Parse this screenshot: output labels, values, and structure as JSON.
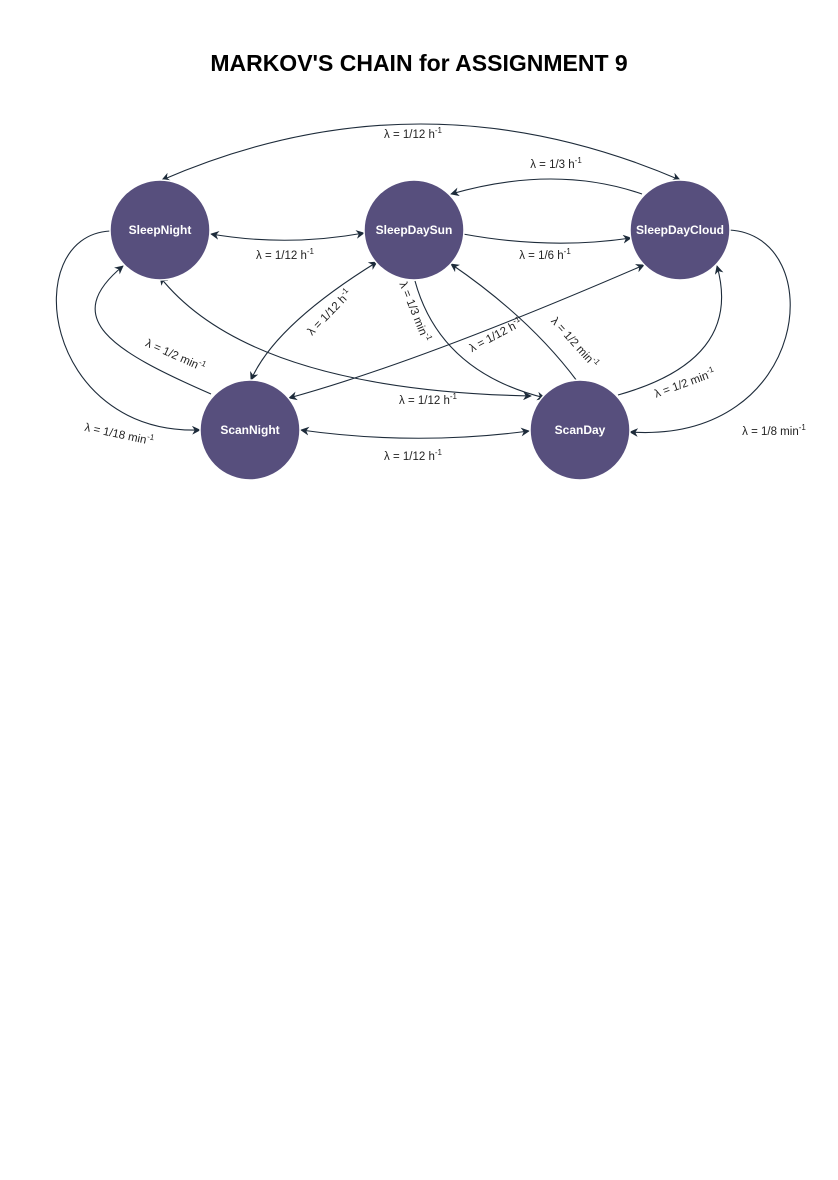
{
  "title": "MARKOV'S CHAIN for ASSIGNMENT 9",
  "colors": {
    "node_fill": "#574f7d",
    "node_stroke": "#ffffff",
    "edge": "#1d2b3a",
    "text": "#222222"
  },
  "nodes": {
    "sleep_night": "SleepNight",
    "sleep_day_sun": "SleepDaySun",
    "sleep_day_cloud": "SleepDayCloud",
    "scan_night": "ScanNight",
    "scan_day": "ScanDay"
  },
  "edges": [
    {
      "from": "SleepDayCloud",
      "to": "SleepNight",
      "rate": "λ = 1/12 h",
      "exp": "-1"
    },
    {
      "from": "SleepNight",
      "to": "SleepDayCloud",
      "rate": "λ = 1/12 h",
      "exp": "-1"
    },
    {
      "from": "SleepDayCloud",
      "to": "SleepDaySun",
      "rate": "λ = 1/3 h",
      "exp": "-1"
    },
    {
      "from": "SleepDaySun",
      "to": "SleepDayCloud",
      "rate": "λ = 1/6 h",
      "exp": "-1"
    },
    {
      "from": "SleepNight",
      "to": "SleepDaySun",
      "rate": "λ = 1/12 h",
      "exp": "-1"
    },
    {
      "from": "SleepDaySun",
      "to": "SleepNight",
      "rate": "λ = 1/12 h",
      "exp": "-1"
    },
    {
      "from": "SleepNight",
      "to": "ScanNight",
      "rate": "λ = 1/18 min",
      "exp": "-1"
    },
    {
      "from": "ScanNight",
      "to": "SleepNight",
      "rate": "λ = 1/2 min",
      "exp": "-1"
    },
    {
      "from": "SleepDaySun",
      "to": "ScanNight",
      "rate": "λ = 1/12 h",
      "exp": "-1"
    },
    {
      "from": "SleepDaySun",
      "to": "ScanDay",
      "rate": "λ = 1/3 min",
      "exp": "-1"
    },
    {
      "from": "ScanDay",
      "to": "SleepDaySun",
      "rate": "λ = 1/2 min",
      "exp": "-1"
    },
    {
      "from": "SleepDayCloud",
      "to": "ScanNight",
      "rate": "λ = 1/12 h",
      "exp": "-1"
    },
    {
      "from": "ScanDay",
      "to": "SleepNight",
      "rate": "λ = 1/12 h",
      "exp": "-1"
    },
    {
      "from": "ScanDay",
      "to": "SleepDayCloud",
      "rate": "λ = 1/2 min",
      "exp": "-1"
    },
    {
      "from": "SleepDayCloud",
      "to": "ScanDay",
      "rate": "λ = 1/8 min",
      "exp": "-1"
    },
    {
      "from": "ScanNight",
      "to": "ScanDay",
      "rate": "λ = 1/12 h",
      "exp": "-1"
    }
  ]
}
